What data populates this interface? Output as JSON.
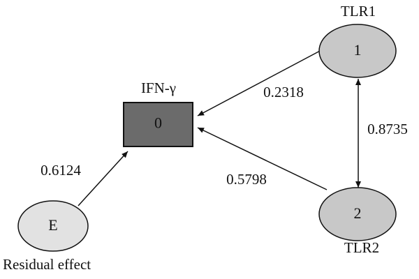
{
  "nodes": {
    "ifn": {
      "id_label": "0",
      "title": "IFN-γ",
      "fill": "#6b6b6b"
    },
    "tlr1": {
      "id_label": "1",
      "title": "TLR1",
      "fill": "#c8c8c8"
    },
    "tlr2": {
      "id_label": "2",
      "title": "TLR2",
      "fill": "#c8c8c8"
    },
    "e": {
      "id_label": "E",
      "title": "Residual effect",
      "fill": "#e2e2e2"
    }
  },
  "edges": {
    "tlr1_to_ifn": "0.2318",
    "tlr2_to_ifn": "0.5798",
    "tlr1_tlr2": "0.8735",
    "e_to_ifn": "0.6124"
  }
}
